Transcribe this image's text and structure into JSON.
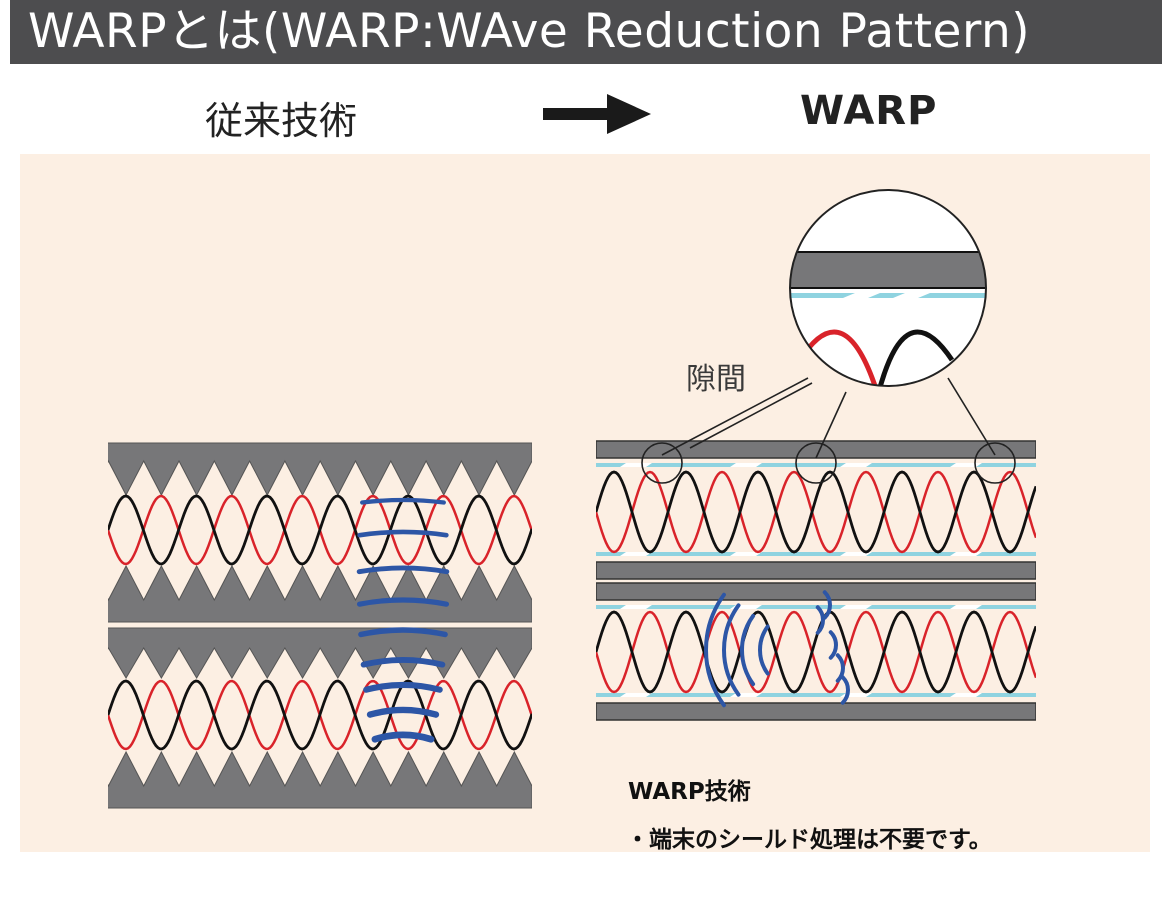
{
  "header": {
    "title": "WARPとは(WARP:WAve Reduction Pattern)"
  },
  "comparison": {
    "left_label": "従来技術",
    "right_label": "WARP",
    "arrow_icon": "right-arrow-icon"
  },
  "diagram": {
    "gap_label": "隙間",
    "note_title": "WARP技術",
    "note_text": "・端末のシールド処理は不要です。"
  },
  "colors": {
    "title_bar": "#4d4d4f",
    "panel_bg": "#fcefe3",
    "shield_gray": "#777779",
    "wire_red": "#d9232a",
    "wire_black": "#111111",
    "emission_blue": "#2d56a6",
    "gap_line_cyan": "#8fd3e0"
  }
}
